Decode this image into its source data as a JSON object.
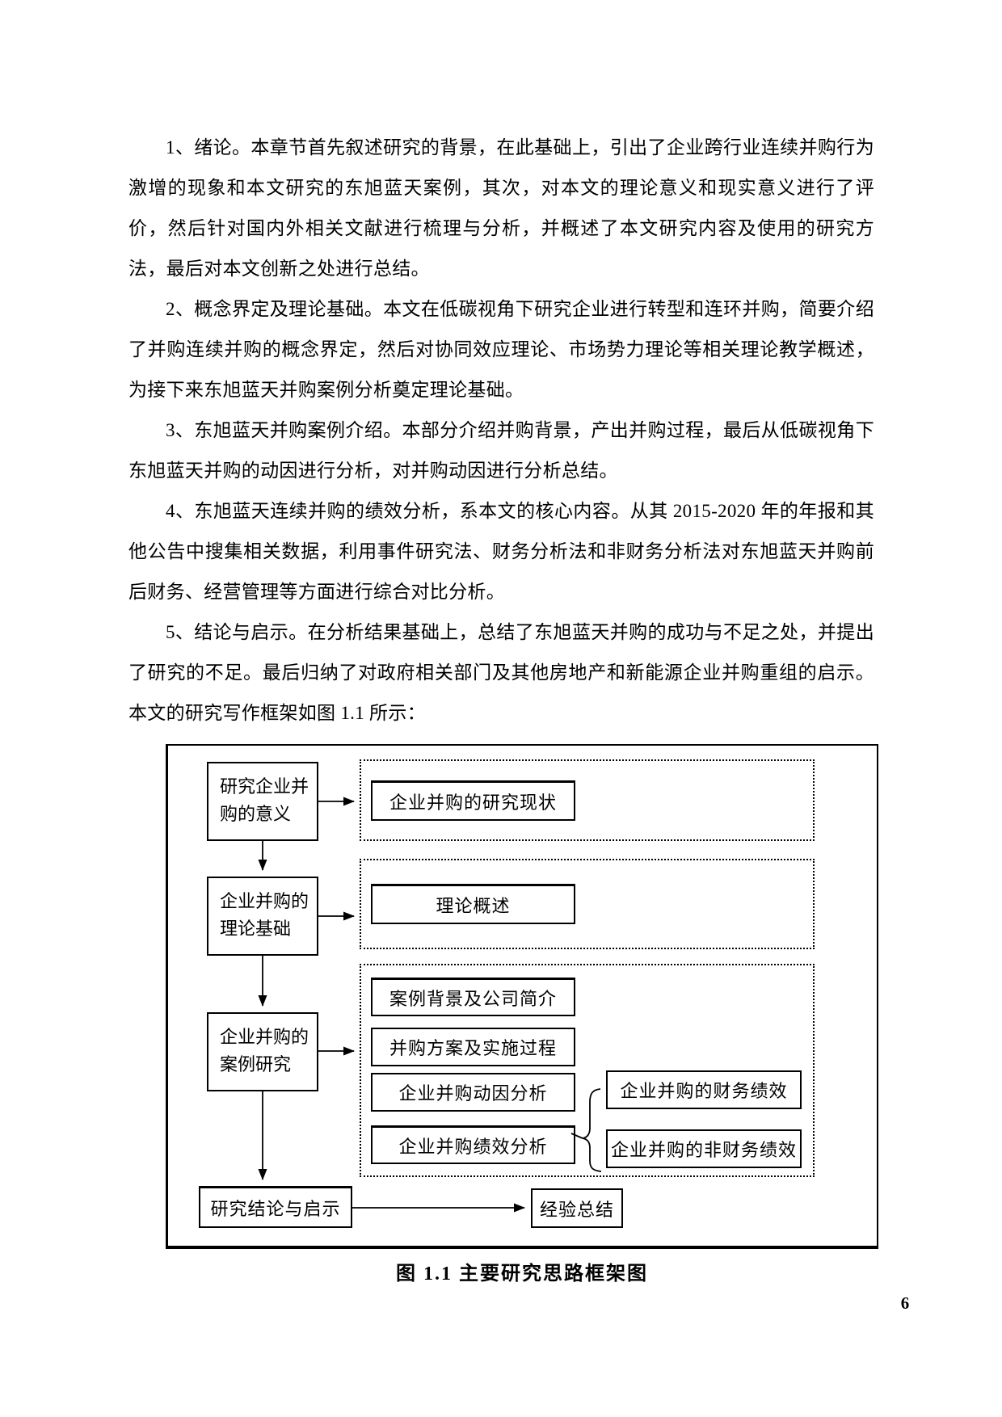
{
  "page": {
    "number": "6"
  },
  "paragraphs": [
    "1、绪论。本章节首先叙述研究的背景，在此基础上，引出了企业跨行业连续并购行为激增的现象和本文研究的东旭蓝天案例，其次，对本文的理论意义和现实意义进行了评价，然后针对国内外相关文献进行梳理与分析，并概述了本文研究内容及使用的研究方法，最后对本文创新之处进行总结。",
    "2、概念界定及理论基础。本文在低碳视角下研究企业进行转型和连环并购，简要介绍了并购连续并购的概念界定，然后对协同效应理论、市场势力理论等相关理论教学概述，为接下来东旭蓝天并购案例分析奠定理论基础。",
    "3、东旭蓝天并购案例介绍。本部分介绍并购背景，产出并购过程，最后从低碳视角下东旭蓝天并购的动因进行分析，对并购动因进行分析总结。",
    "4、东旭蓝天连续并购的绩效分析，系本文的核心内容。从其 2015-2020 年的年报和其他公告中搜集相关数据，利用事件研究法、财务分析法和非财务分析法对东旭蓝天并购前后财务、经营管理等方面进行综合对比分析。",
    "5、结论与启示。在分析结果基础上，总结了东旭蓝天并购的成功与不足之处，并提出了研究的不足。最后归纳了对政府相关部门及其他房地产和新能源企业并购重组的启示。本文的研究写作框架如图 1.1 所示："
  ],
  "figure": {
    "caption": "图 1.1 主要研究思路框架图",
    "left_column": [
      {
        "lines": [
          "研究企业并",
          "购的意义"
        ]
      },
      {
        "lines": [
          "企业并购的",
          "理论基础"
        ]
      },
      {
        "lines": [
          "企业并购的",
          "案例研究"
        ]
      }
    ],
    "group1_box": "企业并购的研究现状",
    "group2_box": "理论概述",
    "group3_boxes": [
      "案例背景及公司简介",
      "并购方案及实施过程",
      "企业并购动因分析",
      "企业并购绩效分析"
    ],
    "right_boxes": [
      "企业并购的财务绩效",
      "企业并购的非财务绩效"
    ],
    "conclusion_box": "研究结论与启示",
    "summary_box": "经验总结"
  }
}
